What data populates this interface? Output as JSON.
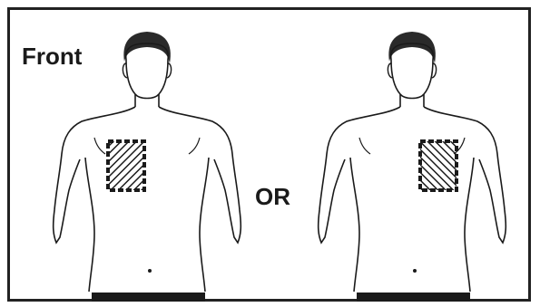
{
  "labels": {
    "front": "Front",
    "or": "OR"
  },
  "figures": [
    {
      "name": "torso-right-chest-placement",
      "pad_side": "viewer-left",
      "hatch": "diagonal-forward"
    },
    {
      "name": "torso-left-chest-placement",
      "pad_side": "viewer-right",
      "hatch": "diagonal-backward"
    }
  ],
  "colors": {
    "outline": "#1a1a1a",
    "hair": "#2a2a2a",
    "background": "#ffffff",
    "border": "#222222"
  }
}
